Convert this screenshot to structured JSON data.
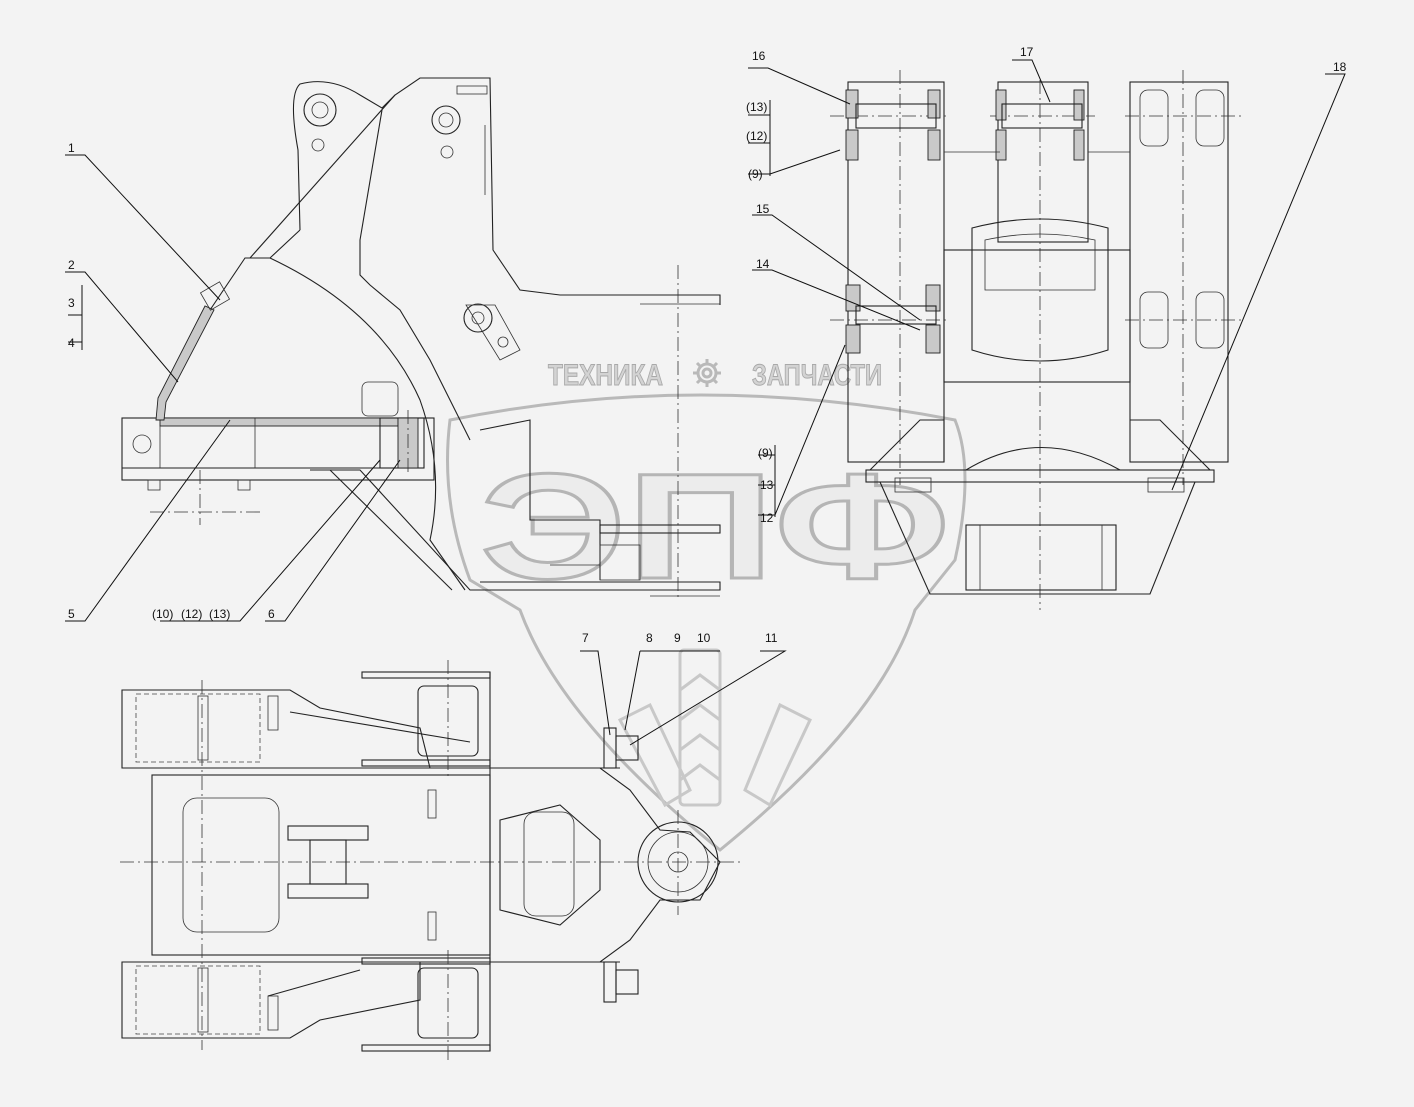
{
  "callouts": {
    "c1": "1",
    "c2": "2",
    "c3": "3",
    "c4": "4",
    "c5": "5",
    "c6": "6",
    "c7": "7",
    "c8": "8",
    "c9": "9",
    "c10": "10",
    "c11": "11",
    "c12": "12",
    "c13": "13",
    "c14": "14",
    "c15": "15",
    "c16": "16",
    "c17": "17",
    "c18": "18",
    "p10": "(10)",
    "p12": "(12)",
    "p13": "(13)",
    "r13": "(13)",
    "r12": "(12)",
    "r9": "(9)",
    "m9": "(9)",
    "m13": "13",
    "m12": "12"
  },
  "watermark": {
    "left_text": "ТЕХНИКА",
    "right_text": "ЗАПЧАСТИ",
    "big_text": "ЭПФ"
  },
  "icons": {
    "gear": "gear-icon"
  },
  "colors": {
    "background": "#f3f3f3",
    "line": "#222222",
    "watermark": "#b9b9b9"
  }
}
